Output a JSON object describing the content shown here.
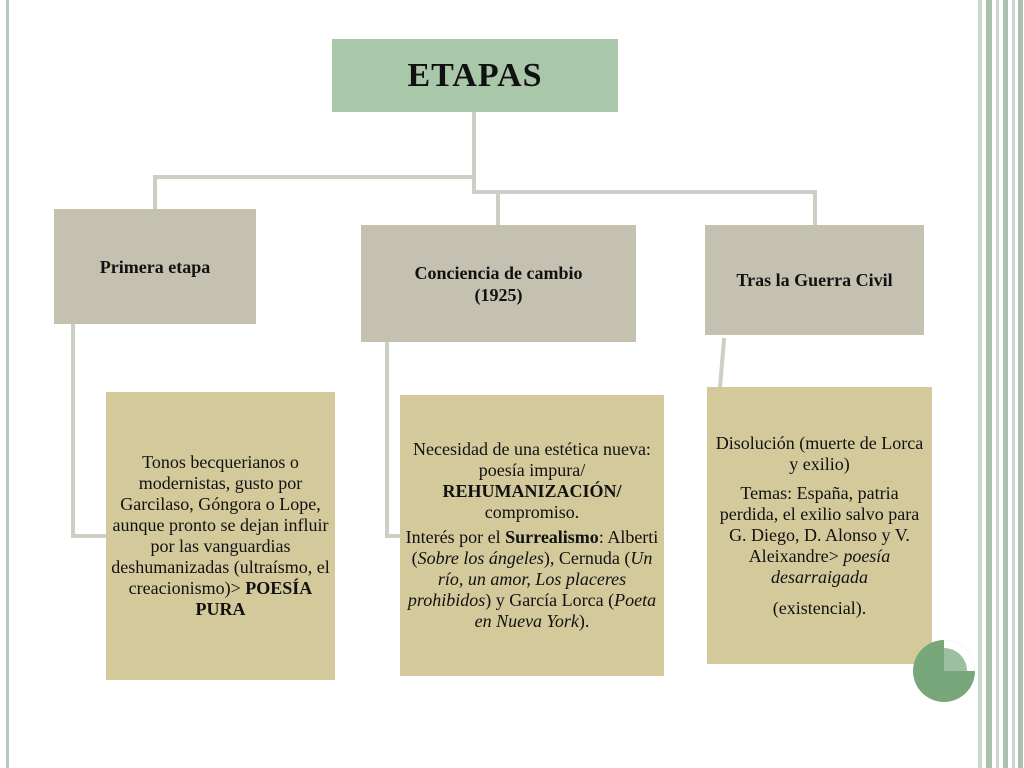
{
  "diagram": {
    "root_label": "ETAPAS",
    "stages": [
      {
        "title_line1": "Primera etapa",
        "detail_text": "Tonos becquerianos o modernistas, gusto por Garcilaso, Góngora o Lope, aunque pronto se dejan influir por las vanguardias deshumanizadas (ultraísmo, el creacionismo)>",
        "detail_bold": "POESÍA PURA"
      },
      {
        "title_line1": "Conciencia de cambio",
        "title_line2": "(1925)",
        "p1_a": "Necesidad de una estética nueva: poesía impura/",
        "p1_bold": "REHUMANIZACIÓN/",
        "p1_b": "compromiso.",
        "p2_a": "Interés por el",
        "p2_bold": "Surrealismo",
        "p2_b": ": Alberti (",
        "p2_i1": "Sobre los ángeles",
        "p2_c": "), Cernuda (",
        "p2_i2": "Un río, un amor, Los placeres prohibidos",
        "p2_d": ") y García Lorca (",
        "p2_i3": "Poeta en Nueva York",
        "p2_e": ")."
      },
      {
        "title_line1": "Tras la Guerra Civil",
        "p1": "Disolución (muerte de Lorca y exilio)",
        "p2_a": "Temas: España, patria perdida, el exilio salvo para G. Diego, D. Alonso y V. Aleixandre>",
        "p2_italic": "poesía desarraigada",
        "p3": "(existencial)."
      }
    ]
  },
  "colors": {
    "root_fill": "#a9c8aa",
    "stage_fill": "#c4c1b1",
    "detail_fill": "#d3c99b",
    "connector": "#cbd0c4",
    "stripe_dark": "#a9c1ad",
    "disc_fill": "#78a77b"
  },
  "icons": [
    "quarter-circle-disc-icon"
  ]
}
